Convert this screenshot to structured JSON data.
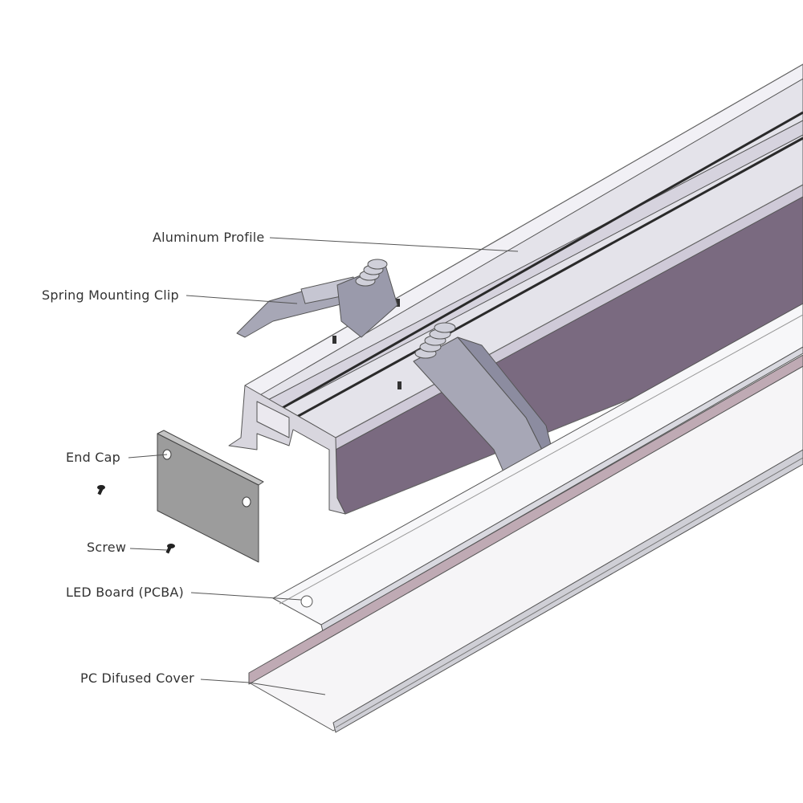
{
  "labels": {
    "aluminum_profile": "Aluminum Profile",
    "spring_clip": "Spring Mounting Clip",
    "end_cap": "End Cap",
    "screw": "Screw",
    "led_board": "LED Board (PCBA)",
    "cover": "PC Difused Cover"
  },
  "colors": {
    "background": "#ffffff",
    "profile_face": "#e4e3ea",
    "profile_side": "#7a6a80",
    "profile_dark": "#5e5065",
    "clip": "#a7a7b6",
    "clip_dark": "#6e6e80",
    "end_cap": "#9c9c9c",
    "board": "#f7f7f9",
    "cover_edge": "#bfaab4",
    "leader": "#555555",
    "text": "#333333"
  }
}
